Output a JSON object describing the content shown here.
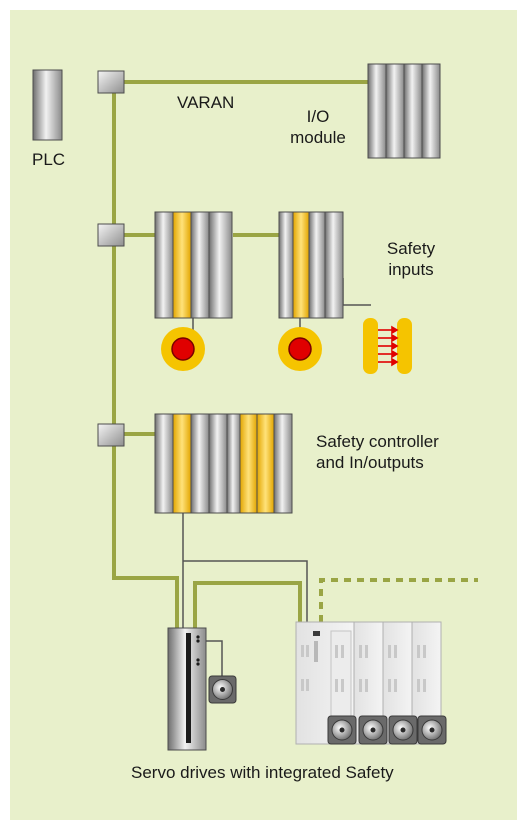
{
  "labels": {
    "plc": "PLC",
    "varan": "VARAN",
    "io_module": [
      "I/O",
      "module"
    ],
    "safety_inputs": [
      "Safety",
      "inputs"
    ],
    "safety_controller": [
      "Safety controller",
      "and In/outputs"
    ],
    "caption": "Servo drives with integrated Safety"
  },
  "colors": {
    "background": "#e8f0cb",
    "bus_line": "#9aa544",
    "safety_yellow": "#f5c400",
    "stop_red": "#e00000",
    "module_gray": "#9c9c9c",
    "signal_line": "#555555"
  },
  "icons": {
    "plc": "plc-icon",
    "io_module": "io-module-icon",
    "safety_input_module": "safety-input-module-icon",
    "emergency_stop": "emergency-stop-icon",
    "light_curtain": "light-curtain-icon",
    "safety_controller": "safety-controller-icon",
    "servo_drive": "servo-drive-icon",
    "motor": "motor-icon"
  }
}
